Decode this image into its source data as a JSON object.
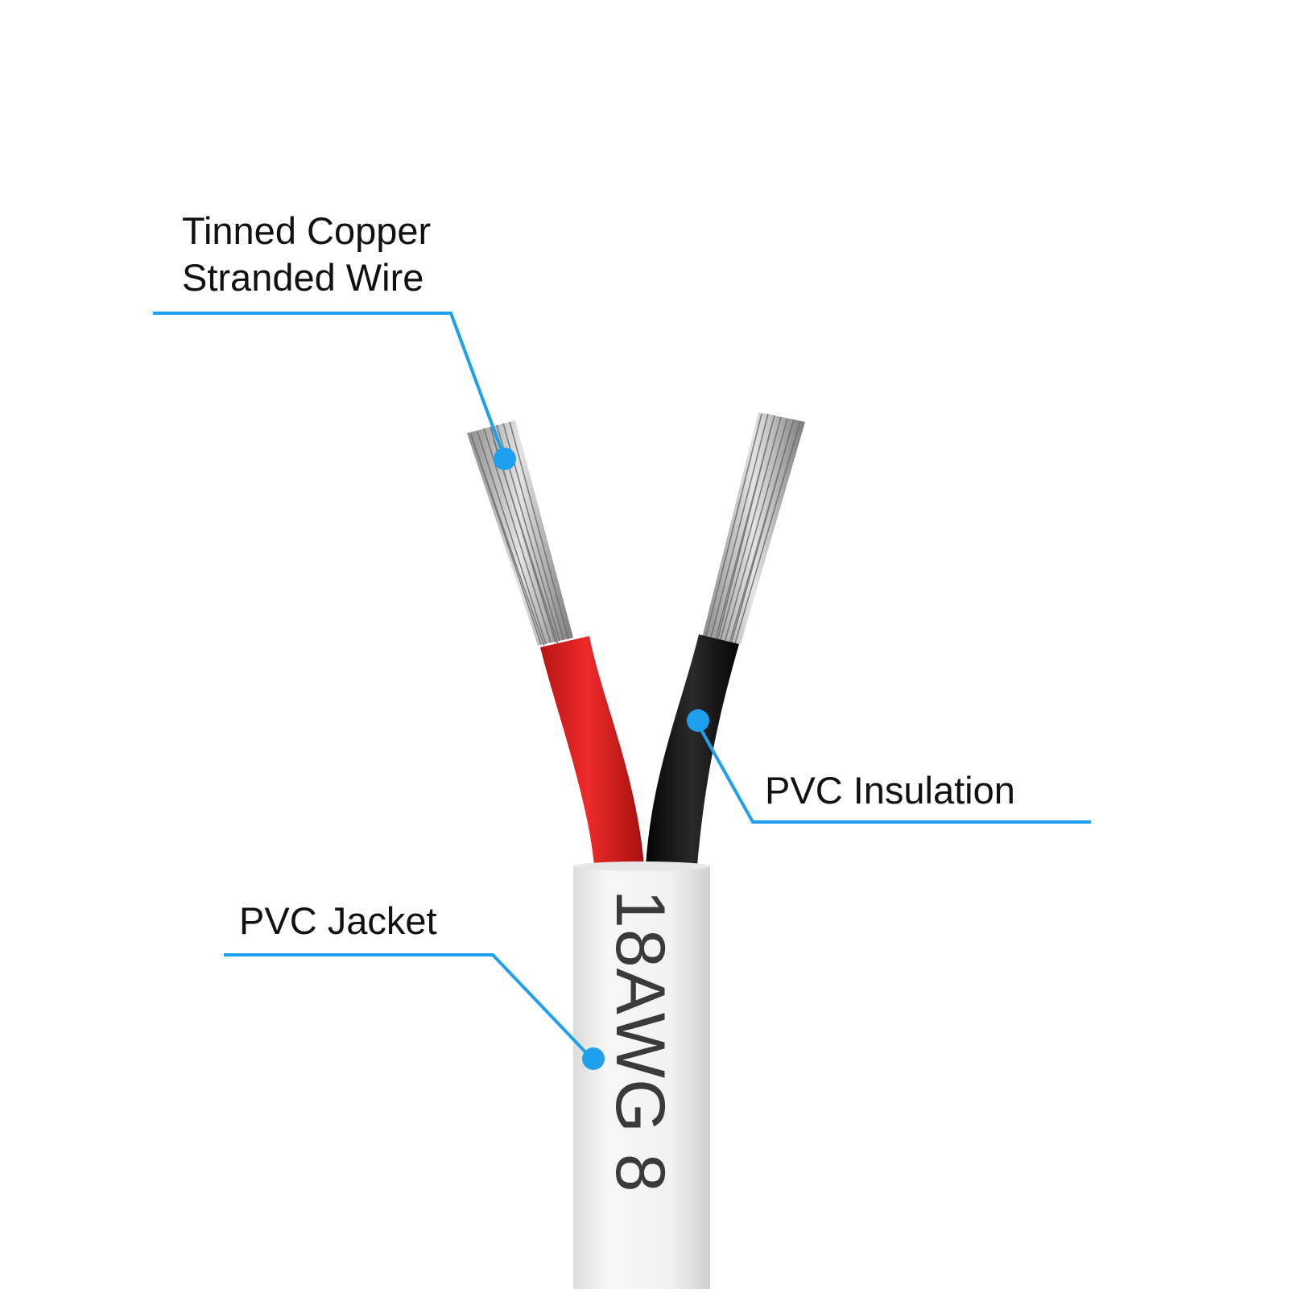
{
  "labels": {
    "conductor": [
      "Tinned Copper",
      "Stranded Wire"
    ],
    "insulation": "PVC Insulation",
    "jacket": "PVC Jacket"
  },
  "jacket_print": "18AWG   8",
  "colors": {
    "callout": "#1ea0ee",
    "red_insulation": "#e01e1e",
    "black_insulation": "#111111",
    "jacket": "#f3f3f3",
    "strands": "#b8b8b8"
  }
}
